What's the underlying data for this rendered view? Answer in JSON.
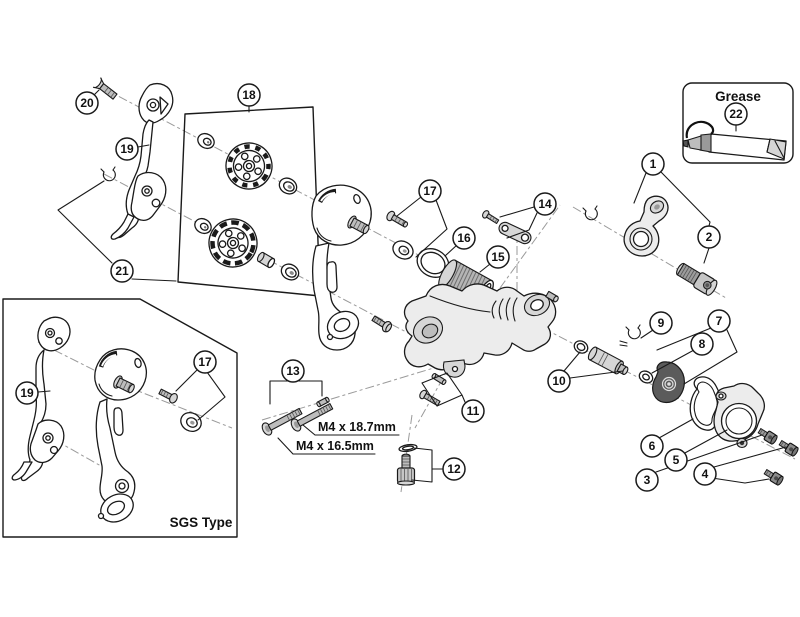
{
  "diagram": {
    "callouts": {
      "c1": "1",
      "c2": "2",
      "c3": "3",
      "c4": "4",
      "c5": "5",
      "c6": "6",
      "c7": "7",
      "c8": "8",
      "c9": "9",
      "c10": "10",
      "c11": "11",
      "c12": "12",
      "c13": "13",
      "c14": "14",
      "c15": "15",
      "c16": "16",
      "c17": "17",
      "c18": "18",
      "c19": "19",
      "c20": "20",
      "c21": "21",
      "c22": "22"
    },
    "labels": {
      "grease_box_title": "Grease",
      "sgs_box_caption": "SGS Type",
      "bolt_spec_long": "M4 x 18.7mm",
      "bolt_spec_short": "M4 x 16.5mm"
    },
    "colors": {
      "line": "#1a1a1a",
      "axis": "#9a9a9a",
      "metal": "#bdbdbd",
      "dark_part": "#5b5b5b",
      "background": "#ffffff"
    }
  }
}
